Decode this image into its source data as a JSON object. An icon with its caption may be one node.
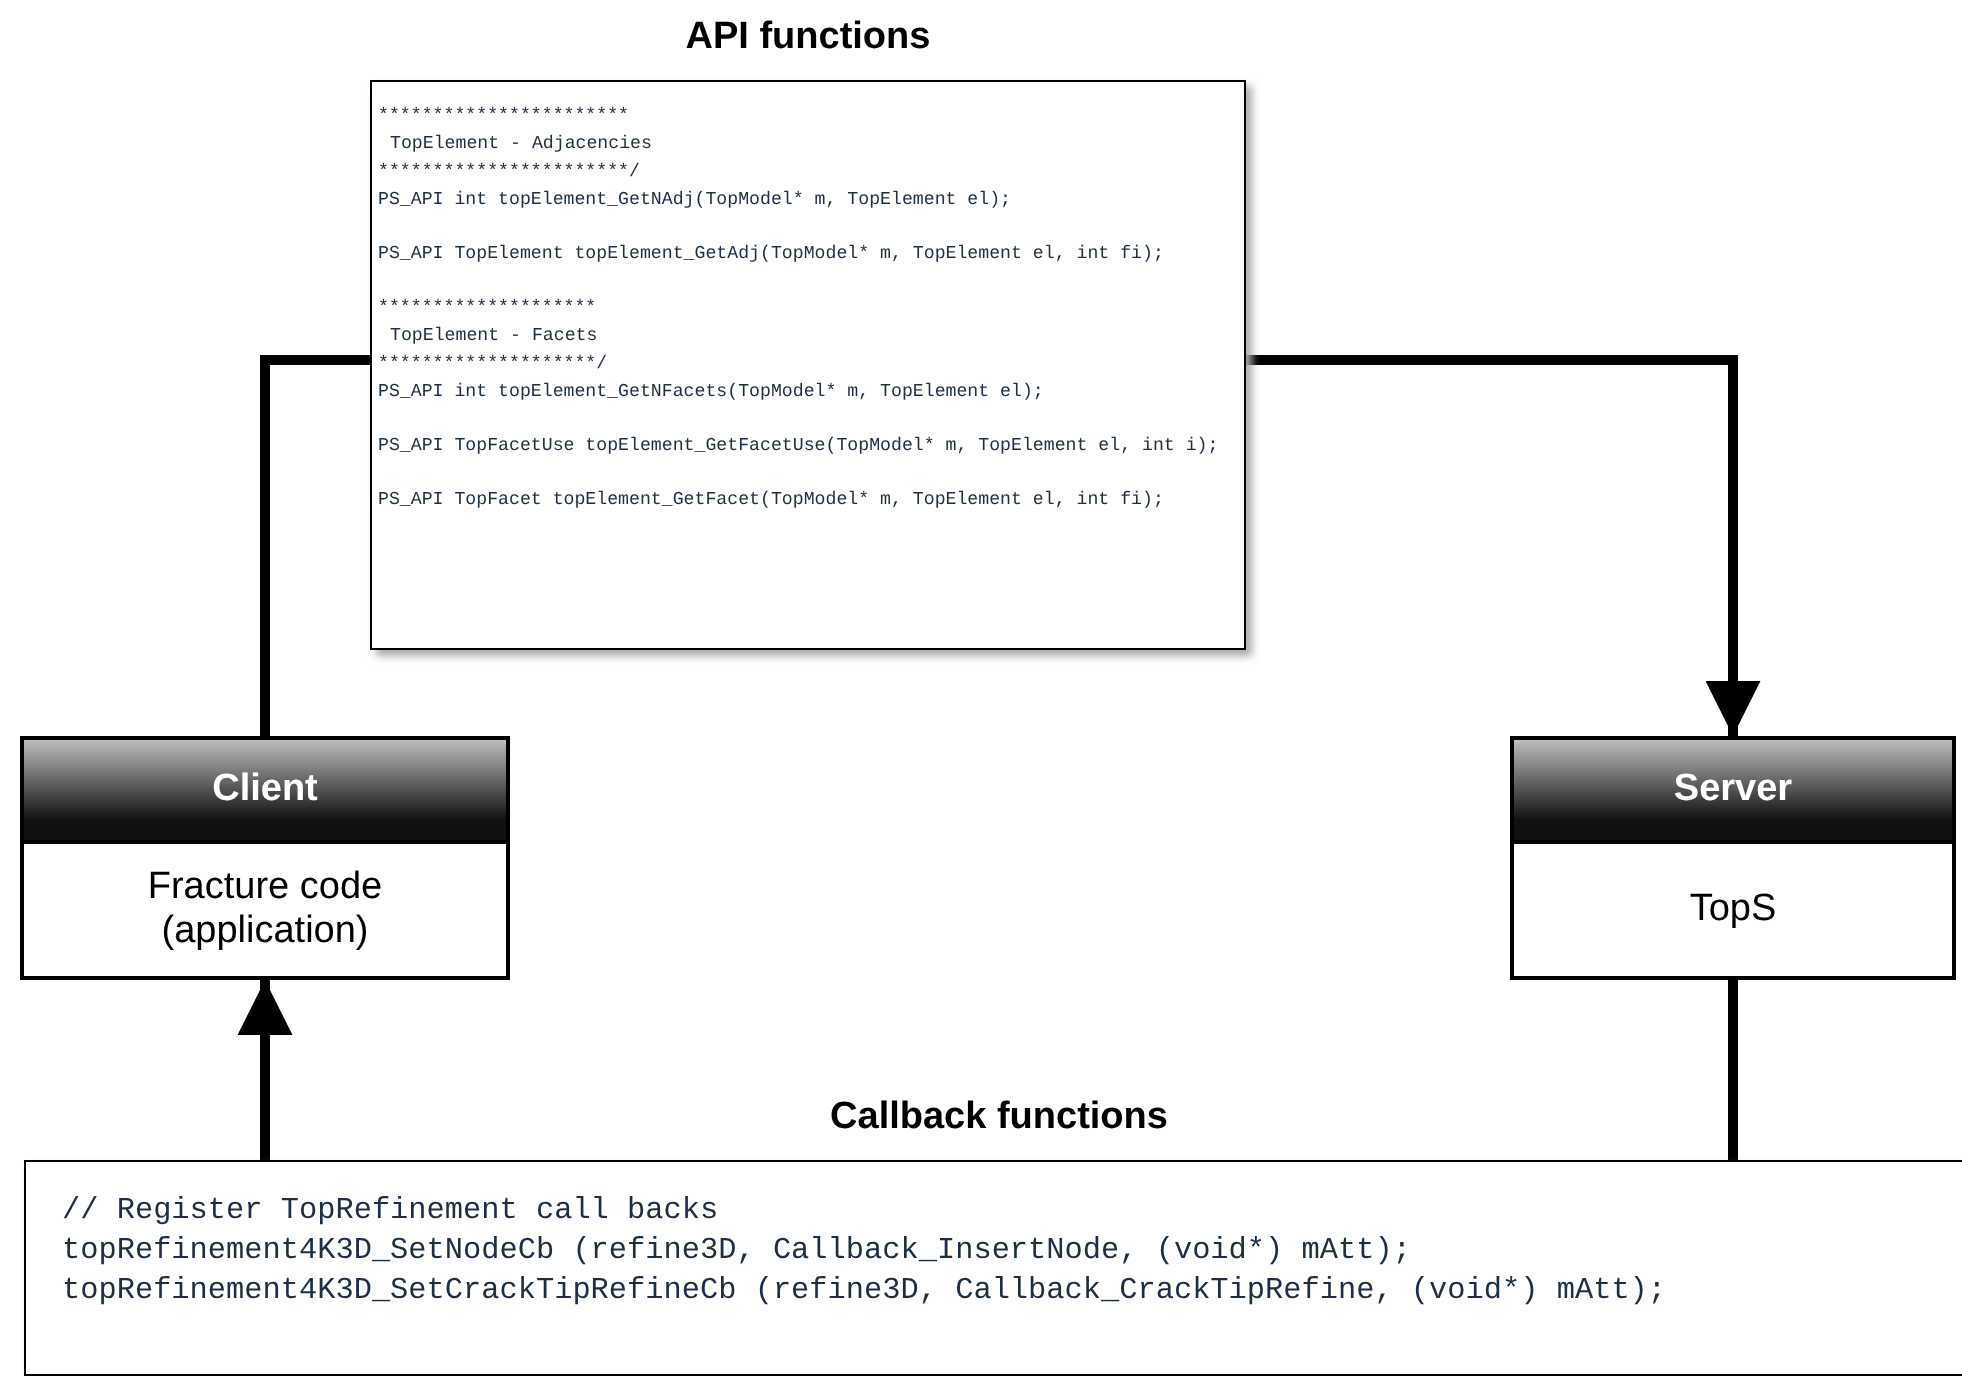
{
  "diagram": {
    "nodes": [
      {
        "text": [
          "API functions",
          "***********************",
          "TopElement - Adjacencies",
          "***********************/",
          "PS_API int topElement_GetNAdj(TopModel* m, TopElement el);",
          "PS_API TopElement topElement_GetAdj(TopModel* m, TopElement el, int fi);",
          "********************",
          "TopElement - Facets",
          "********************/",
          "PS_API int topElement_GetNFacets(TopModel* m, TopElement el);",
          "PS_API TopFacetUse topElement_GetFacetUse(TopModel* m, TopElement el, int i);",
          "PS_API TopFacet topElement_GetFacet(TopModel* m, TopElement el, int fi);"
        ]
      },
      {
        "text": [
          "Client",
          "Fracture code (application)"
        ]
      },
      {
        "text": [
          "Server",
          "TopS"
        ]
      },
      {
        "text": [
          "Callback functions",
          "// Register TopRefinement call backs",
          "topRefinement4K3D_SetNodeCb (refine3D, Callback_InsertNode, (void*) mAtt);",
          "topRefinement4K3D_SetCrackTipRefineCb (refine3D, Callback_CrackTipRefine, (void*) mAtt);"
        ]
      }
    ],
    "edges": [
      {
        "from": 1,
        "to": 0,
        "arrow": "none"
      },
      {
        "from": 0,
        "to": 2,
        "arrow": "to"
      },
      {
        "from": 2,
        "to": 3,
        "arrow": "none"
      },
      {
        "from": 3,
        "to": 1,
        "arrow": "to"
      }
    ]
  }
}
